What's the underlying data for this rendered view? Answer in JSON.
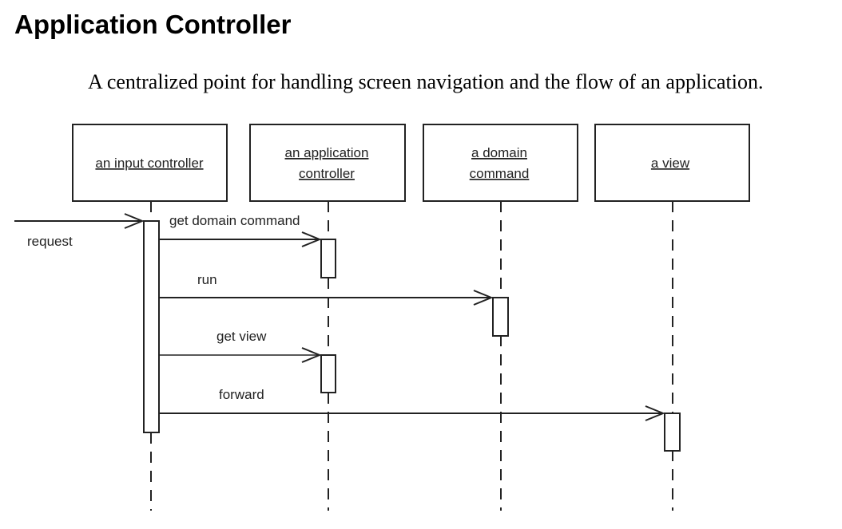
{
  "title": "Application Controller",
  "subtitle": "A centralized point for handling screen navigation and the flow of an application.",
  "participants": [
    {
      "lines": [
        "an input controller"
      ]
    },
    {
      "lines": [
        "an application",
        "controller"
      ]
    },
    {
      "lines": [
        "a domain",
        "command"
      ]
    },
    {
      "lines": [
        "a view"
      ]
    }
  ],
  "messages": {
    "request": "request",
    "get_domain_command": "get domain command",
    "run": "run",
    "get_view": "get view",
    "forward": "forward"
  }
}
